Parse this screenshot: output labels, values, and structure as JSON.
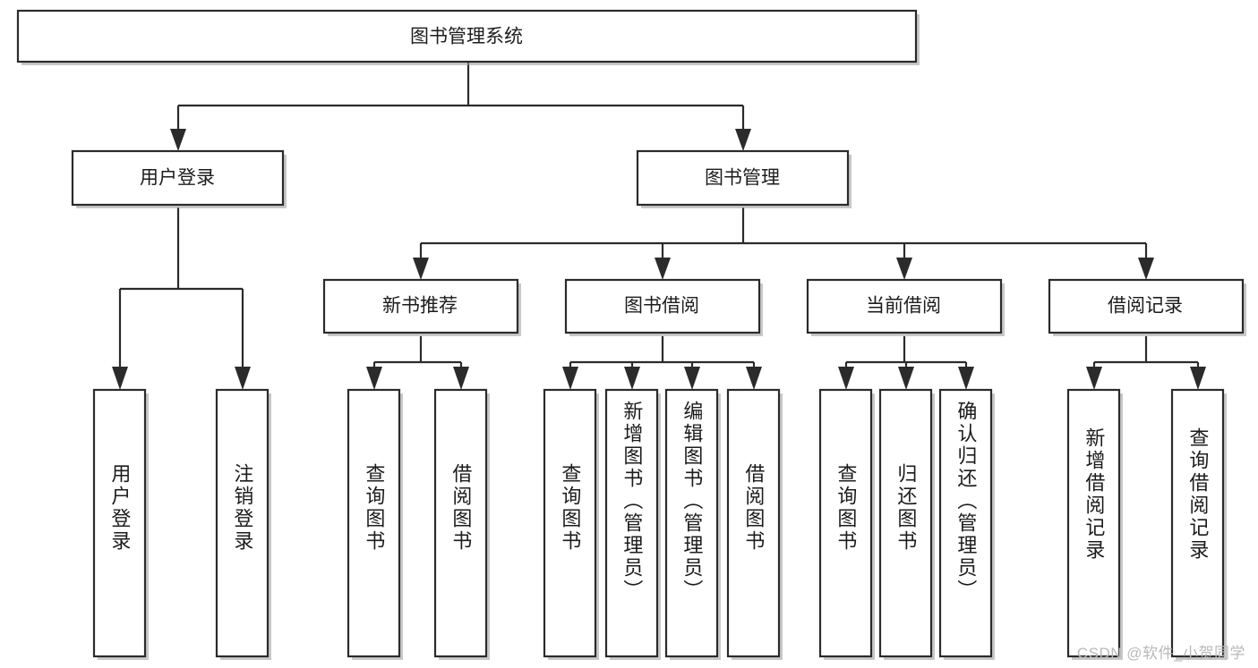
{
  "diagram": {
    "title": "图书管理系统",
    "type": "tree",
    "watermark": "CSDN @软件_小贺同学",
    "colors": {
      "box_stroke": "#2b2b2b",
      "box_fill": "#ffffff",
      "text": "#1c1c1c",
      "watermark": "#b9b9b9",
      "background": "#ffffff"
    },
    "levels": {
      "root": {
        "label": "图书管理系统"
      },
      "level2": [
        {
          "label": "用户登录"
        },
        {
          "label": "图书管理"
        }
      ],
      "level3": [
        {
          "label": "新书推荐"
        },
        {
          "label": "图书借阅"
        },
        {
          "label": "当前借阅"
        },
        {
          "label": "借阅记录"
        }
      ]
    },
    "leaves": {
      "user_login": [
        {
          "label": "用户登录"
        },
        {
          "label": "注销登录"
        }
      ],
      "new_book_recommend": [
        {
          "label": "查询图书"
        },
        {
          "label": "借阅图书"
        }
      ],
      "book_borrow": [
        {
          "label": "查询图书"
        },
        {
          "label": "新增图书（管理员）"
        },
        {
          "label": "编辑图书（管理员）"
        },
        {
          "label": "借阅图书"
        }
      ],
      "current_borrow": [
        {
          "label": "查询图书"
        },
        {
          "label": "归还图书"
        },
        {
          "label": "确认归还（管理员）"
        }
      ],
      "borrow_record": [
        {
          "label": "新增借阅记录"
        },
        {
          "label": "查询借阅记录"
        }
      ]
    }
  }
}
